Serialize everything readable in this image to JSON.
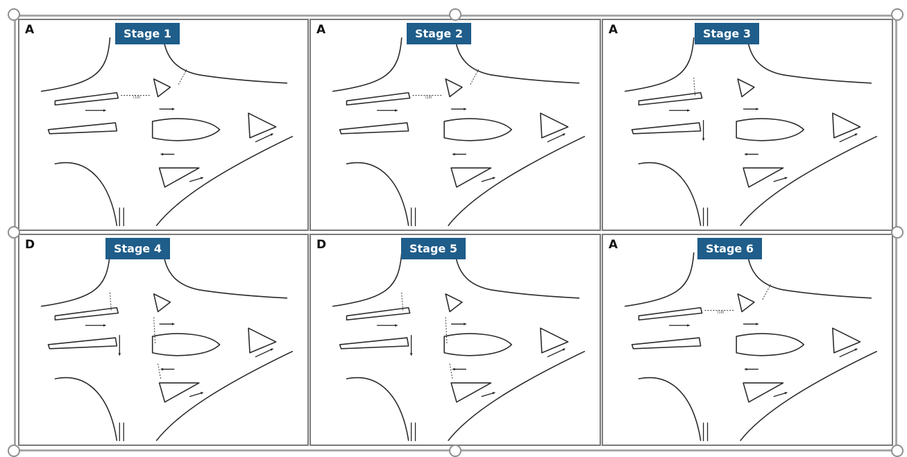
{
  "panels": [
    {
      "letter": "A",
      "stage": "Stage 1",
      "phase_label": "(1a)"
    },
    {
      "letter": "A",
      "stage": "Stage 2",
      "phase_label": "(1a)"
    },
    {
      "letter": "A",
      "stage": "Stage 3",
      "phase_label": ""
    },
    {
      "letter": "D",
      "stage": "Stage 4",
      "phase_label": ""
    },
    {
      "letter": "D",
      "stage": "Stage 5",
      "phase_label": ""
    },
    {
      "letter": "A",
      "stage": "Stage 6",
      "phase_label": "(1a)"
    }
  ],
  "colors": {
    "stage_label_bg": "#1f5d8a",
    "stage_label_text": "#ffffff",
    "line": "#2a2a2a",
    "frame": "#a8a8a8"
  },
  "icons": [
    "selection-handle",
    "traffic-arrow",
    "pedestrian-crossing-dashes"
  ]
}
